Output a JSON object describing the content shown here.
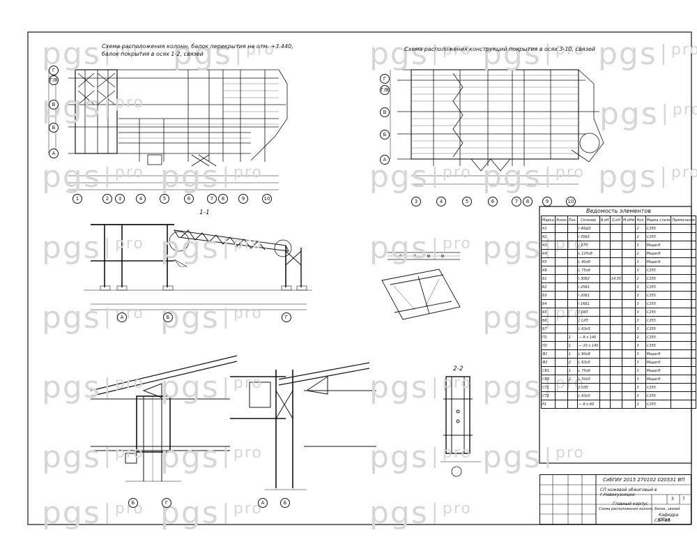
{
  "watermark": {
    "brand": "pgs",
    "suffix": "pro",
    "separator": "|"
  },
  "plan_left": {
    "title_line1": "Схема расположения колонн, балок перекрытия на отм. +3.440,",
    "title_line2": "балок покрытия в осях 1-2, связей",
    "row_axes": [
      "Г",
      "Г/В",
      "В",
      "Б",
      "А"
    ],
    "col_axes": [
      "1",
      "2",
      "3",
      "4",
      "5",
      "6",
      "7",
      "8",
      "9",
      "10"
    ]
  },
  "plan_right": {
    "title": "Схема расположения конструкций покрытия в осях 3-10, связей",
    "row_axes": [
      "Г",
      "Г/В",
      "В",
      "Б",
      "А"
    ],
    "col_axes": [
      "3",
      "4",
      "5",
      "6",
      "7",
      "8",
      "9",
      "10"
    ]
  },
  "section_1_1": {
    "title": "1-1",
    "axes": [
      "А",
      "Б",
      "Г"
    ]
  },
  "section_2_2": {
    "title": "2-2"
  },
  "node_left": {
    "axes": [
      "Б",
      "Г"
    ]
  },
  "node_mid": {
    "axes": [
      "А",
      "Б"
    ]
  },
  "statement": {
    "title": "Ведомость элементов",
    "headers": [
      "Марка",
      "Эскиз",
      "Поз.",
      "Сечение",
      "N,кН",
      "Q,кН",
      "M,кНм",
      "Кол.",
      "Марка стали",
      "Примечание"
    ],
    "rows": [
      [
        "К1",
        "",
        "",
        "I 40Ш2",
        "",
        "",
        "",
        "2",
        "С255",
        ""
      ],
      [
        "К2",
        "",
        "",
        "I 35Б2",
        "",
        "",
        "",
        "2",
        "С255",
        ""
      ],
      [
        "К3",
        "",
        "",
        "[ 27П",
        "",
        "",
        "",
        "3",
        "Мадагб",
        ""
      ],
      [
        "К4",
        "",
        "",
        "L 125х8",
        "",
        "",
        "",
        "2",
        "Мадагб",
        ""
      ],
      [
        "К5",
        "",
        "",
        "L 90х8",
        "",
        "",
        "",
        "3",
        "Мадагб",
        ""
      ],
      [
        "К6",
        "",
        "",
        "L 75х6",
        "",
        "",
        "",
        "3",
        "С255",
        ""
      ],
      [
        "Б1",
        "",
        "",
        "I 30Б2",
        "",
        "14.35",
        "",
        "2",
        "С255",
        ""
      ],
      [
        "Б2",
        "",
        "",
        "I 25Б1",
        "",
        "",
        "",
        "3",
        "С255",
        ""
      ],
      [
        "Б3",
        "",
        "",
        "I 20Б1",
        "",
        "",
        "",
        "3",
        "С255",
        ""
      ],
      [
        "Б4",
        "",
        "",
        "I 16Б1",
        "",
        "",
        "",
        "3",
        "С255",
        ""
      ],
      [
        "Б5",
        "",
        "",
        "[ 16П",
        "",
        "",
        "",
        "3",
        "С255",
        ""
      ],
      [
        "Б6",
        "",
        "",
        "[ 12П",
        "",
        "",
        "",
        "3",
        "С255",
        ""
      ],
      [
        "Б7",
        "",
        "",
        "L 63х5",
        "",
        "",
        "",
        "3",
        "С255",
        ""
      ],
      [
        "П1",
        "",
        "1",
        "— 8 х 140",
        "",
        "",
        "",
        "2",
        "С255",
        ""
      ],
      [
        "П2",
        "",
        "1",
        "— 10 х 140",
        "",
        "",
        "",
        "3",
        "С255",
        ""
      ],
      [
        "Ф1",
        "",
        "1",
        "L 90х8",
        "",
        "",
        "",
        "3",
        "Мадагб",
        ""
      ],
      [
        "Ф2",
        "",
        "2",
        "L 63х5",
        "",
        "",
        "",
        "3",
        "Мадагб",
        ""
      ],
      [
        "СВ1",
        "",
        "1",
        "L 75х6",
        "",
        "",
        "",
        "3",
        "Мадагб",
        ""
      ],
      [
        "СВ2",
        "",
        "2",
        "L 50х5",
        "",
        "",
        "",
        "3",
        "Мадагб",
        ""
      ],
      [
        "СТ1",
        "",
        "",
        "[ 10П",
        "",
        "",
        "",
        "3",
        "С255",
        ""
      ],
      [
        "СТ2",
        "",
        "",
        "L 63х5",
        "",
        "",
        "",
        "3",
        "С255",
        ""
      ],
      [
        "Р1",
        "",
        "",
        "— 8 х 60",
        "",
        "",
        "",
        "3",
        "С255",
        ""
      ]
    ]
  },
  "title_block": {
    "code": "СибГИУ 2015 270102 020531 ВП",
    "project": "СП ножевой обжиговый в г.Новокузнецке",
    "sheet_title": "Главный корпус",
    "sheet_desc": "Схема расположения колонн, балок, связей",
    "sheet_no": "3",
    "sheets": "7",
    "org": "Кафедра СПиА",
    "group": "СВП-11"
  },
  "colors": {
    "ink": "#111111",
    "watermark": "#d6d6d6",
    "paper": "#ffffff"
  }
}
